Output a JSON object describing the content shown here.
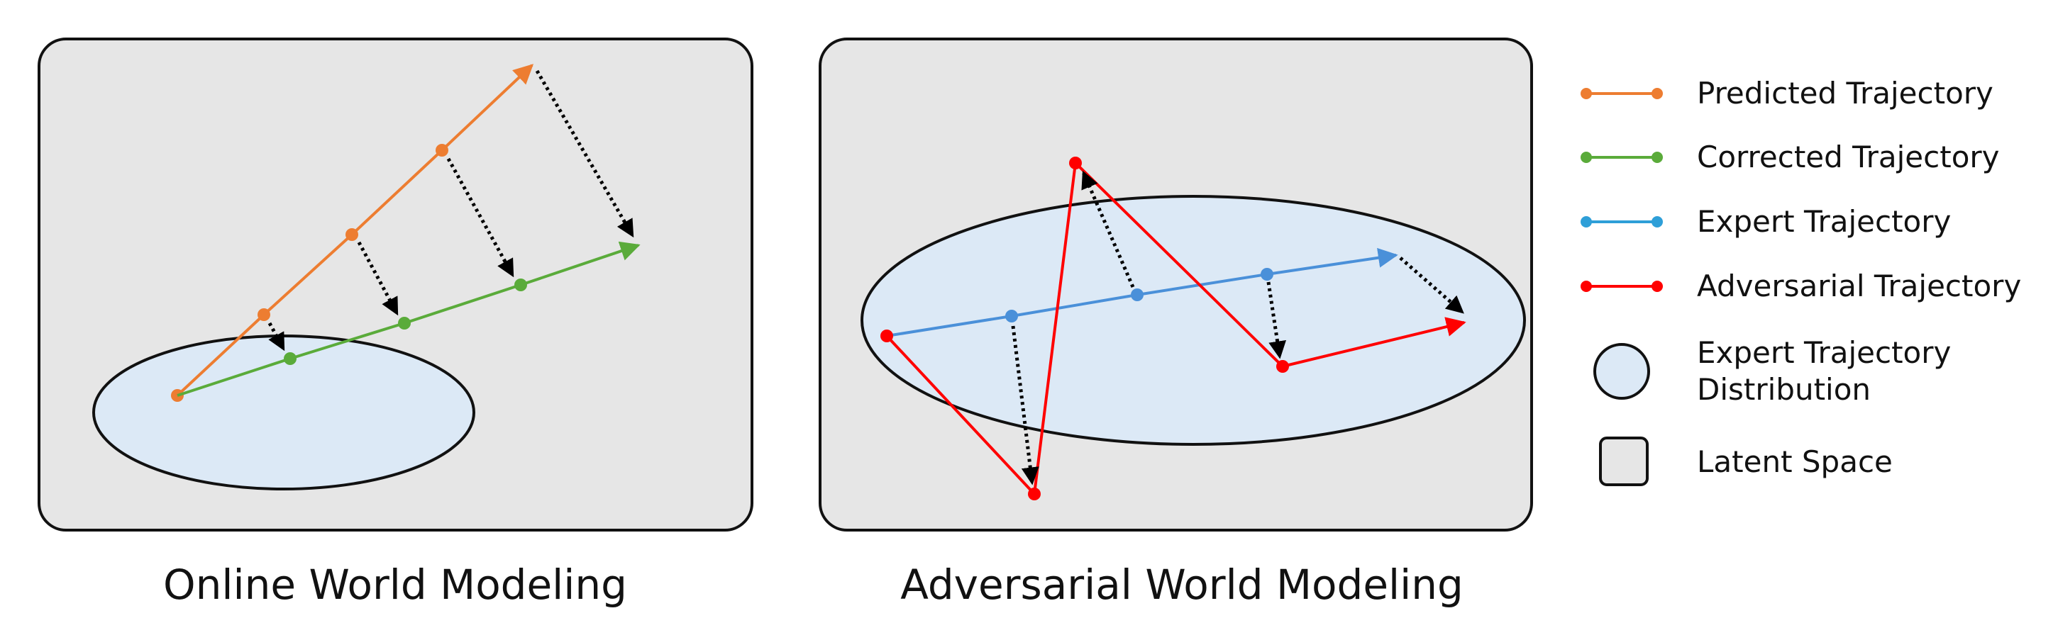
{
  "panels": [
    {
      "title": "Online World Modeling"
    },
    {
      "title": "Adversarial World Modeling"
    }
  ],
  "legend": {
    "items": [
      {
        "label": "Predicted Trajectory",
        "color": "#ed7d31",
        "icon": "orange-line-with-dots-icon"
      },
      {
        "label": "Corrected Trajectory",
        "color": "#5aab3a",
        "icon": "green-line-with-dots-icon"
      },
      {
        "label": "Expert Trajectory",
        "color": "#2e9fd8",
        "icon": "blue-line-with-dots-icon"
      },
      {
        "label": "Adversarial Trajectory",
        "color": "#ff0000",
        "icon": "red-line-with-dots-icon"
      },
      {
        "label_lines": [
          "Expert Trajectory",
          "Distribution"
        ],
        "color": "#dce9f6",
        "icon": "light-blue-circle-icon"
      },
      {
        "label": "Latent Space",
        "color": "#e6e6e6",
        "icon": "gray-square-icon"
      }
    ]
  },
  "colors": {
    "latent_space_fill": "#e6e6e6",
    "distribution_fill": "#dce9f6",
    "outline": "#111111",
    "predicted": "#ed7d31",
    "corrected": "#5aab3a",
    "expert": "#4a90d9",
    "adversarial": "#ff0000",
    "correction_arrow": "#000000"
  }
}
